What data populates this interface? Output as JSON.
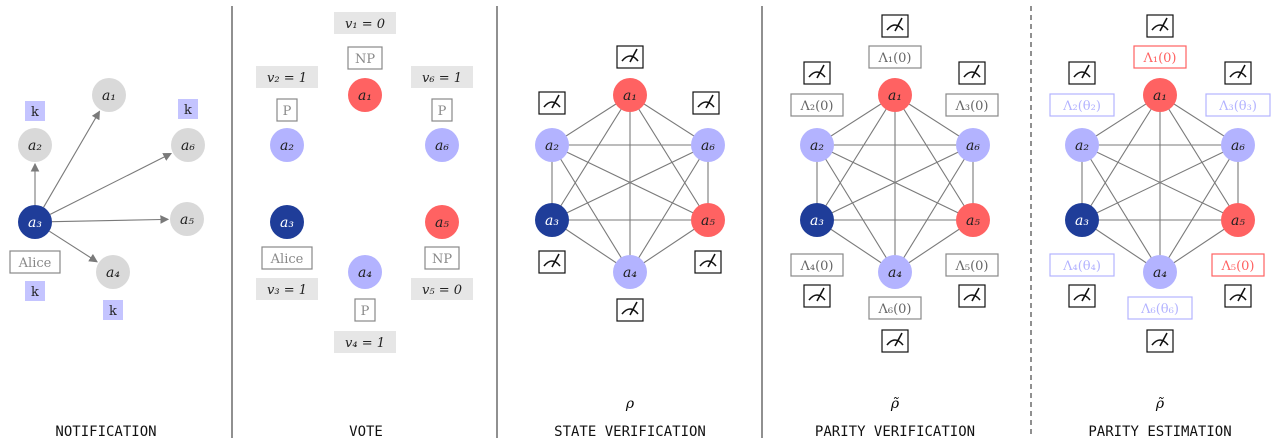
{
  "colors": {
    "gray_node": "#d9d9d9",
    "light_blue": "#b3b3ff",
    "dark_blue": "#1f3d99",
    "red": "#ff6262",
    "edge": "#7a7a7a",
    "k_bg": "#c4c4ff",
    "label_bg": "#e6e6e6",
    "box_gray": "#888888",
    "box_blue": "#b3b3ff",
    "box_red": "#ff6262"
  },
  "panels": {
    "notification": {
      "caption": "NOTIFICATION",
      "alice": "Alice",
      "key": "k",
      "nodes": [
        {
          "sub": "1",
          "color": "gray"
        },
        {
          "sub": "2",
          "color": "gray"
        },
        {
          "sub": "3",
          "color": "dark_blue"
        },
        {
          "sub": "4",
          "color": "gray"
        },
        {
          "sub": "5",
          "color": "gray"
        },
        {
          "sub": "6",
          "color": "gray"
        }
      ]
    },
    "vote": {
      "caption": "VOTE",
      "alice": "Alice",
      "nodes": [
        {
          "sub": "1",
          "color": "red",
          "tag": "NP",
          "eq": "v₁ = 0"
        },
        {
          "sub": "2",
          "color": "light_blue",
          "tag": "P",
          "eq": "v₂ = 1"
        },
        {
          "sub": "3",
          "color": "dark_blue",
          "tag": "",
          "eq": "v₃ = 1"
        },
        {
          "sub": "4",
          "color": "light_blue",
          "tag": "P",
          "eq": "v₄ = 1"
        },
        {
          "sub": "5",
          "color": "red",
          "tag": "NP",
          "eq": "v₅ = 0"
        },
        {
          "sub": "6",
          "color": "light_blue",
          "tag": "P",
          "eq": "v₆ = 1"
        }
      ]
    },
    "state_verification": {
      "caption": "STATE VERIFICATION",
      "symbol": "ρ"
    },
    "parity_verification": {
      "caption": "PARITY VERIFICATION",
      "symbol": "ρ̃",
      "ops": [
        "Λ₁(0)",
        "Λ₂(0)",
        "Λ₃(0)",
        "Λ₄(0)",
        "Λ₅(0)",
        "Λ₆(0)"
      ]
    },
    "parity_estimation": {
      "caption": "PARITY ESTIMATION",
      "symbol": "ρ̃",
      "ops": [
        "Λ₁(0)",
        "Λ₂(θ₂)",
        "Λ₃(θ₃)",
        "Λ₄(θ₄)",
        "Λ₅(0)",
        "Λ₆(θ₆)"
      ],
      "op_colors": [
        "red",
        "blue",
        "blue",
        "blue",
        "red",
        "blue"
      ]
    },
    "node_colors": [
      "red",
      "light_blue",
      "dark_blue",
      "light_blue",
      "red",
      "light_blue"
    ],
    "node_letter": "a"
  }
}
